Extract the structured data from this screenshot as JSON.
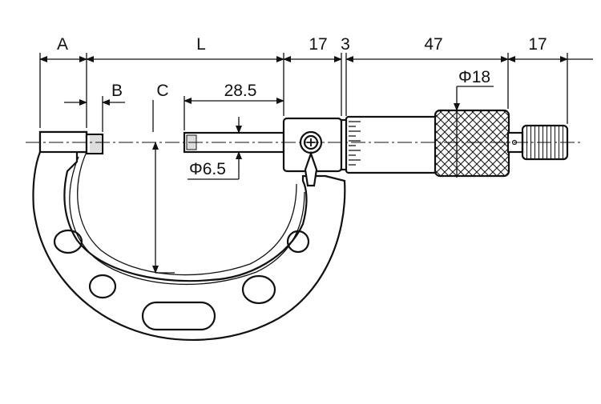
{
  "dimensions": {
    "A": "A",
    "L": "L",
    "frame_depth_17": "17",
    "thimble_gap_3": "3",
    "sleeve_47": "47",
    "ratchet_17": "17",
    "B": "B",
    "C": "C",
    "spindle_28_5": "28.5",
    "thimble_dia": "Φ18",
    "spindle_dia": "Φ6.5"
  },
  "colors": {
    "line": "#111111",
    "background": "#ffffff"
  }
}
